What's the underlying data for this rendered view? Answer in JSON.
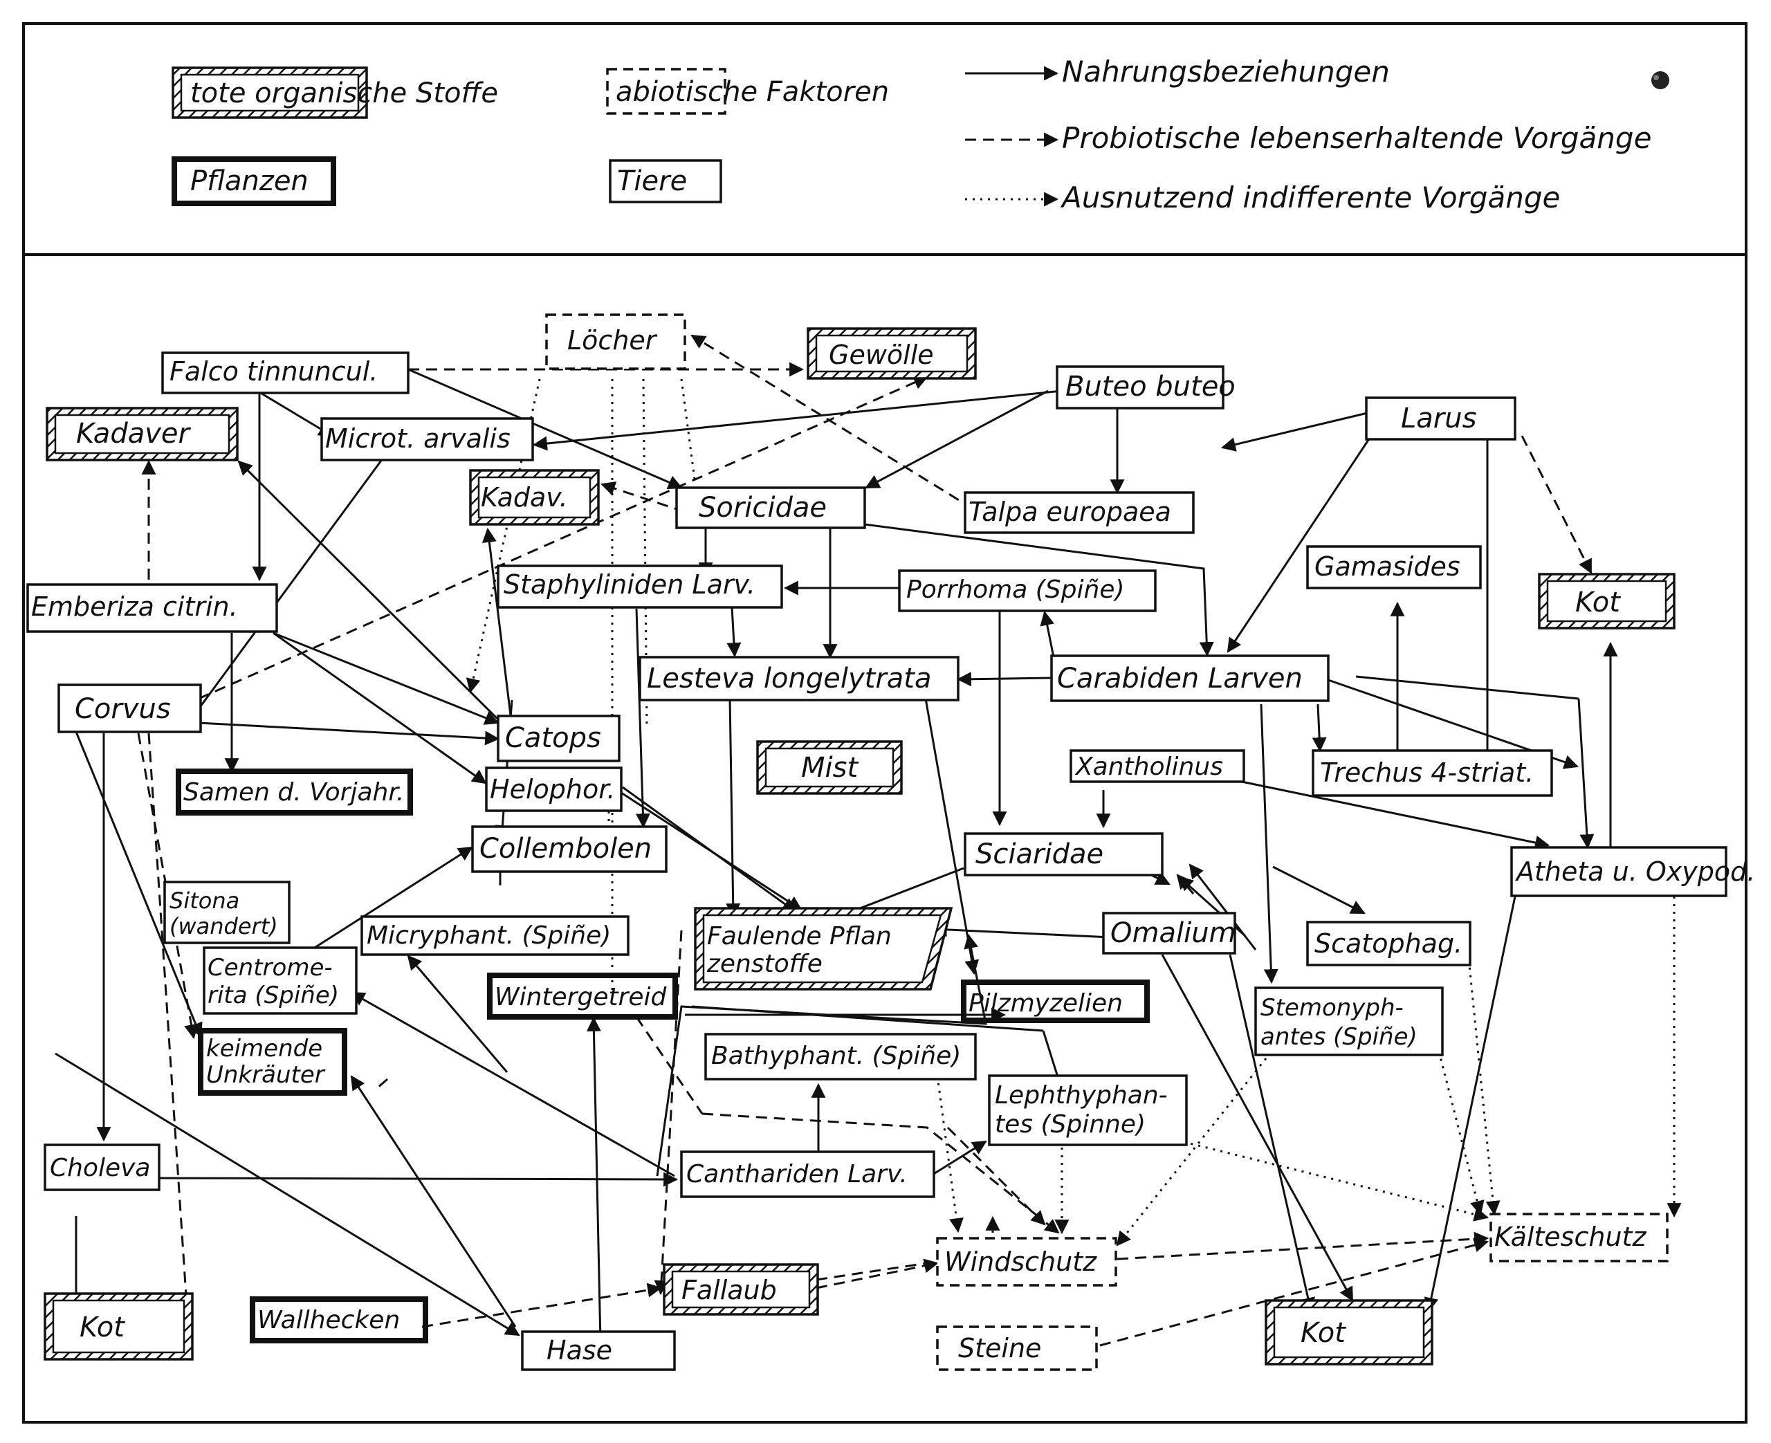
{
  "legend": {
    "tote_organische": "tote organische Stoffe",
    "abiotische": "abiotische Faktoren",
    "pflanzen": "Pflanzen",
    "tiere": "Tiere",
    "nahrung": "Nahrungsbeziehungen",
    "probiotisch": "Probiotische lebenserhaltende Vorgänge",
    "ausnutzend": "Ausnutzend indifferente Vorgänge"
  },
  "nodes": {
    "loecher": "Löcher",
    "gewoelle": "Gewölle",
    "falco": "Falco tinnuncul.",
    "buteo": "Buteo buteo",
    "larus": "Larus",
    "kadaver": "Kadaver",
    "microt": "Microt. arvalis",
    "kadav": "Kadav.",
    "soricidae": "Soricidae",
    "talpa": "Talpa europaea",
    "gamasides": "Gamasides",
    "kot_top": "Kot",
    "emberiza": "Emberiza citrin.",
    "staphyliniden": "Staphyliniden Larv.",
    "porrhoma": "Porrhoma (Spiñe)",
    "corvus": "Corvus",
    "lesteva": "Lesteva longelytrata",
    "carabiden": "Carabiden Larven",
    "catops": "Catops",
    "samen": "Samen d. Vorjahr.",
    "mist": "Mist",
    "xantholinus": "Xantholinus",
    "trechus": "Trechus 4-striat.",
    "helophor": "Helophor.",
    "collembolen": "Collembolen",
    "sciaridae": "Sciaridae",
    "atheta": "Atheta u. Oxypod.",
    "sitona_1": "Sitona",
    "sitona_2": "(wandert)",
    "micryphant": "Micryphant. (Spiñe)",
    "faulende_1": "Faulende Pflan",
    "faulende_2": "zenstoffe",
    "omalium": "Omalium",
    "scatophag": "Scatophag.",
    "centrome_1": "Centrome-",
    "centrome_2": "rita (Spiñe)",
    "wintergetreid": "Wintergetreid",
    "pilzmyzelien": "Pilzmyzelien",
    "stemonyph_1": "Stemonyph-",
    "stemonyph_2": "antes (Spiñe)",
    "keimende_1": "keimende",
    "keimende_2": "Unkräuter",
    "bathyphant": "Bathyphant. (Spiñe)",
    "lephthyph_1": "Lephthyphan-",
    "lephthyph_2": "tes (Spinne)",
    "choleva": "Choleva",
    "canthariden": "Canthariden Larv.",
    "kaelteschutz": "Kälteschutz",
    "windschutz": "Windschutz",
    "kot_bl": "Kot",
    "fallaub": "Fallaub",
    "wallhecken": "Wallhecken",
    "hase": "Hase",
    "steine": "Steine",
    "kot_br": "Kot"
  }
}
